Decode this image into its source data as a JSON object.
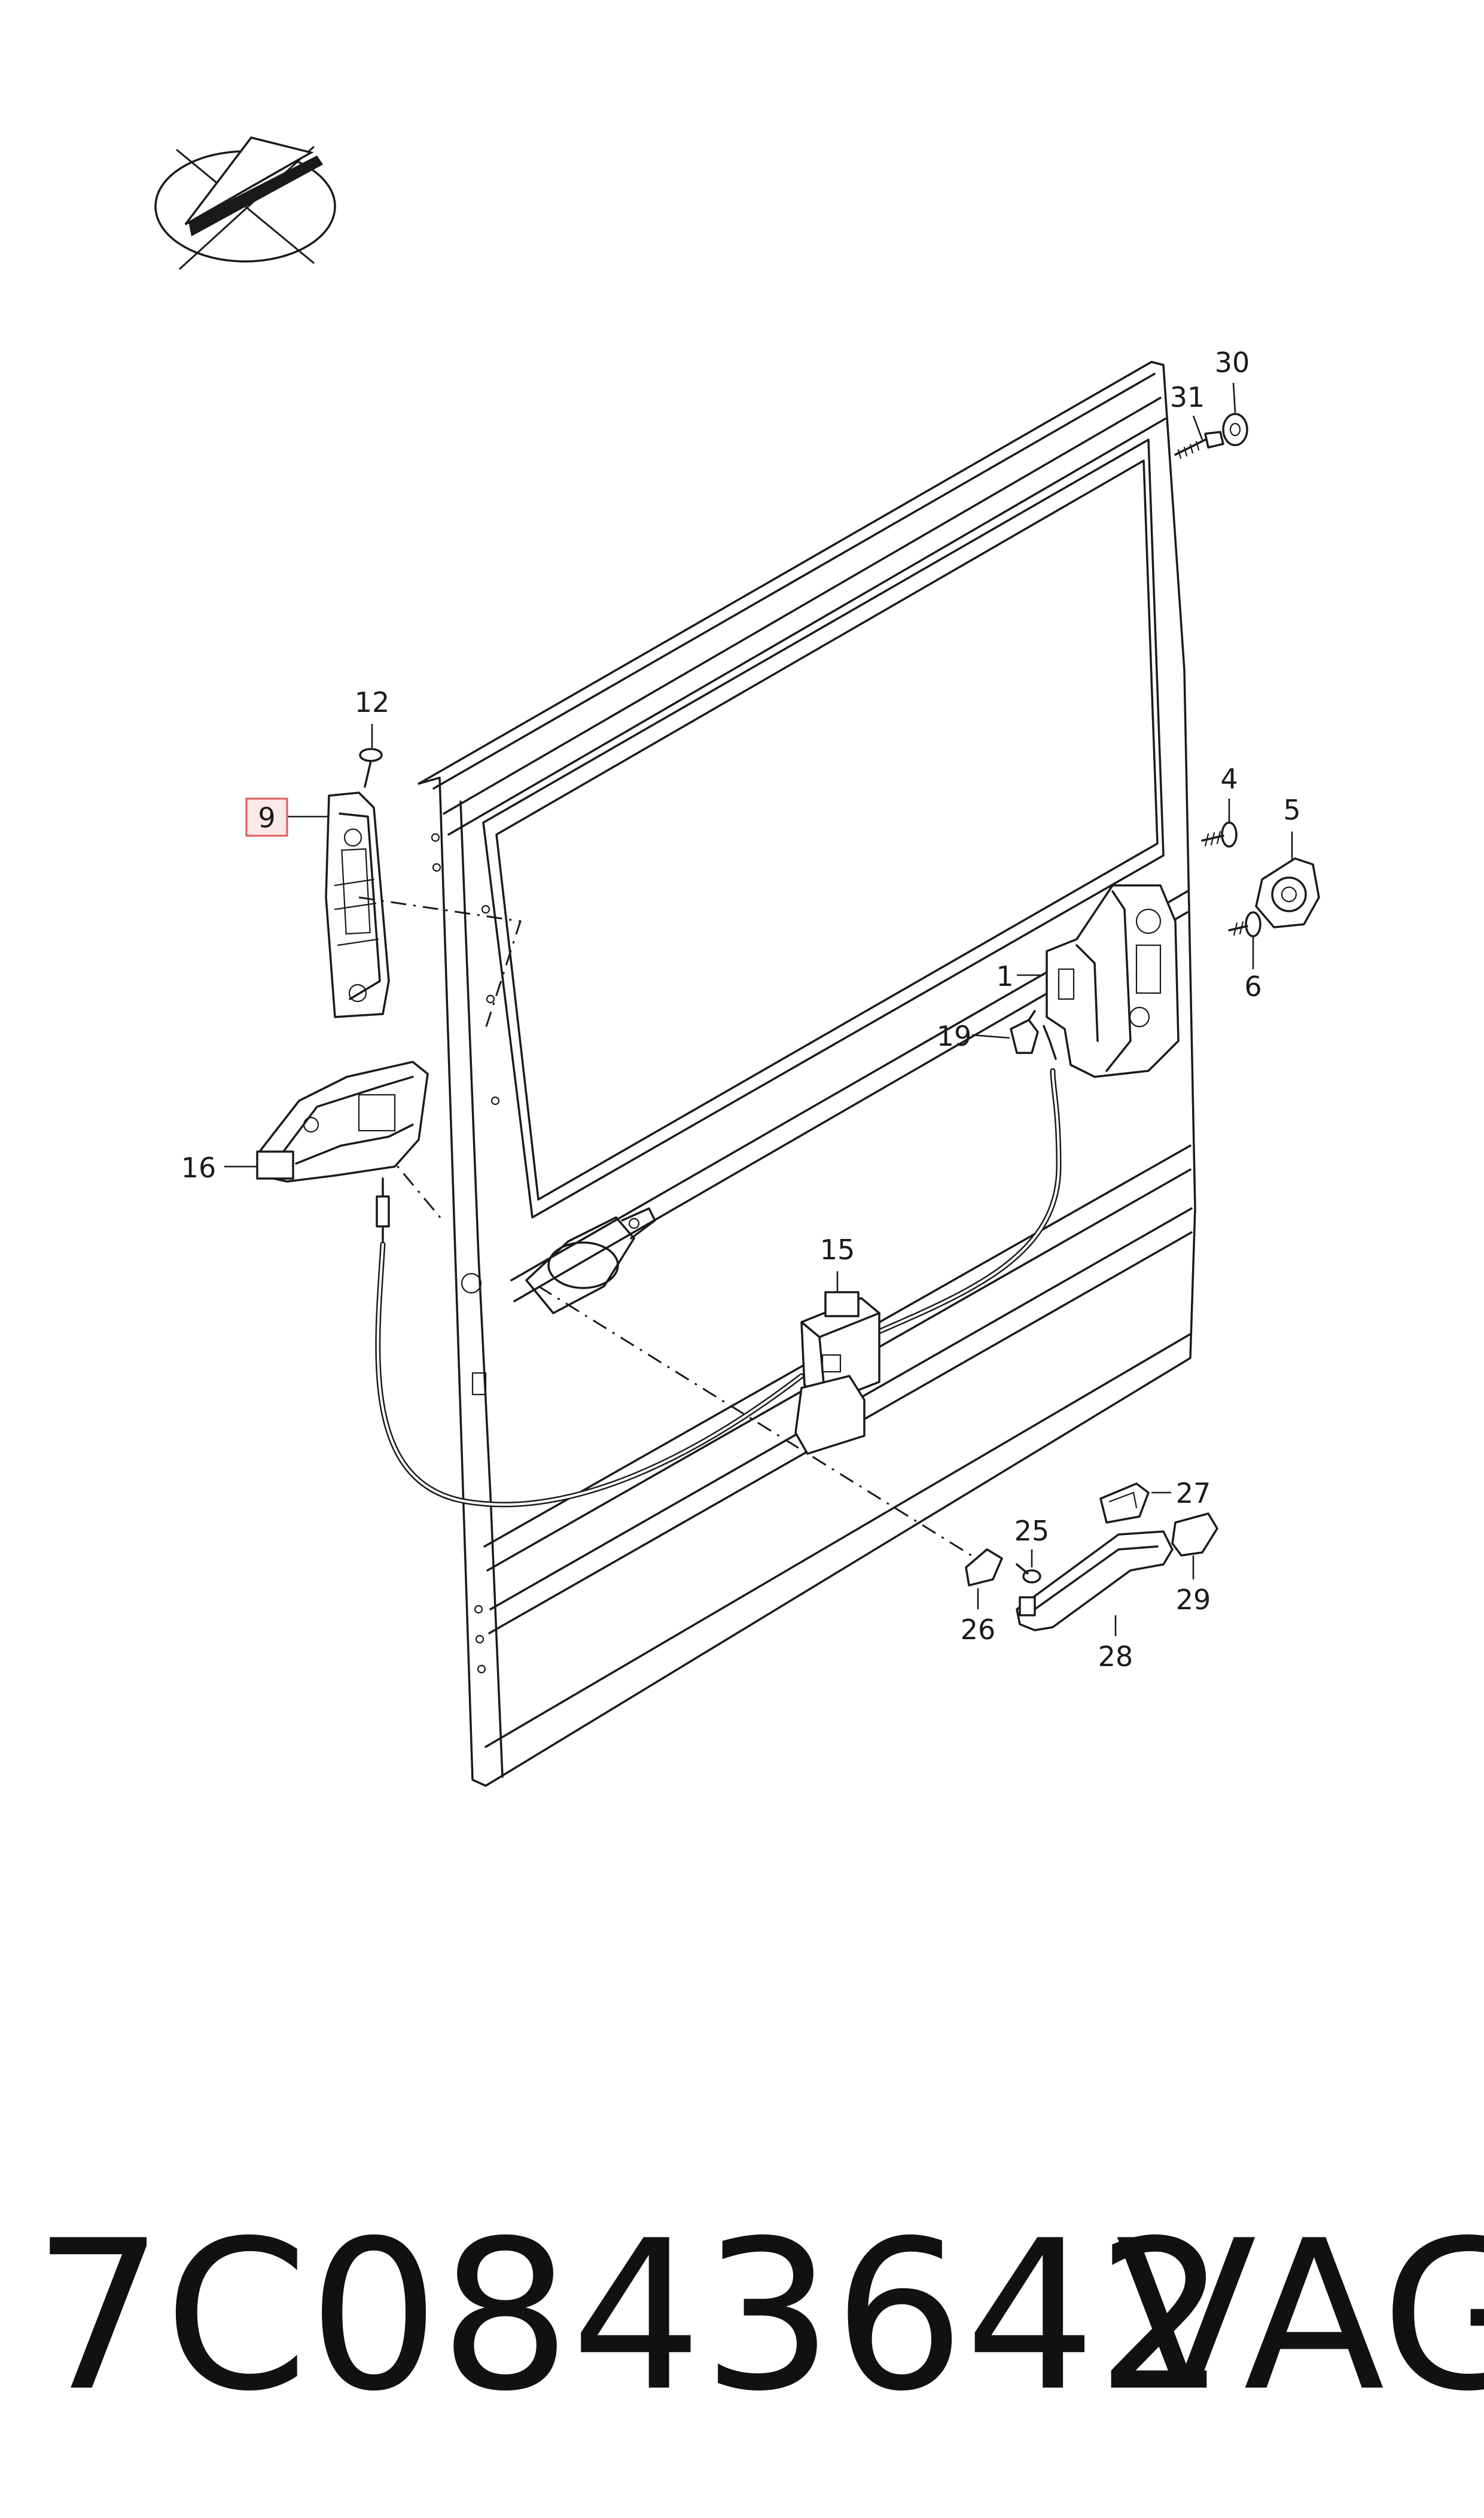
{
  "diagram": {
    "callouts": [
      {
        "id": "9",
        "highlighted": true
      },
      {
        "id": "12"
      },
      {
        "id": "16"
      },
      {
        "id": "30"
      },
      {
        "id": "31"
      },
      {
        "id": "4"
      },
      {
        "id": "5"
      },
      {
        "id": "1"
      },
      {
        "id": "6"
      },
      {
        "id": "19"
      },
      {
        "id": "15"
      },
      {
        "id": "27"
      },
      {
        "id": "25"
      },
      {
        "id": "29"
      },
      {
        "id": "26"
      },
      {
        "id": "28"
      }
    ],
    "highlight_color": "#e05a5a",
    "line_color": "#1a1a1a"
  },
  "footer": {
    "part_number": "7C0843642",
    "brand": "VAG"
  }
}
